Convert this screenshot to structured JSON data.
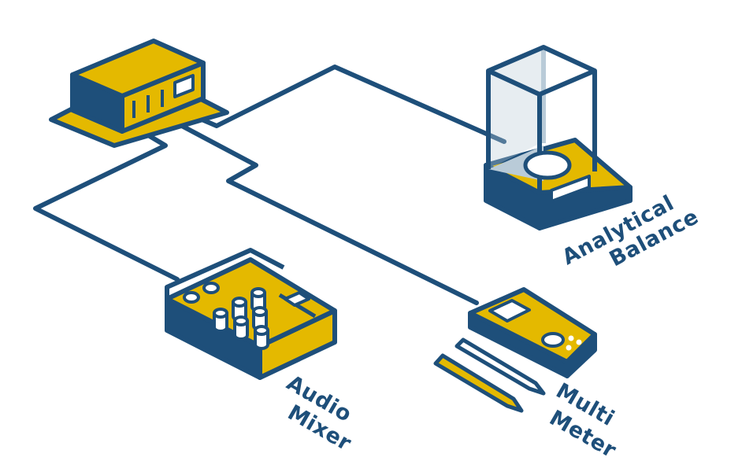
{
  "colors": {
    "outline": "#1e4f7a",
    "accent": "#e4b900",
    "paper": "#ffffff",
    "glass": "#b9cbd8"
  },
  "devices": {
    "hub": {
      "icon": "network-hub-icon"
    },
    "balance": {
      "icon": "analytical-balance-icon",
      "label_line1": "Analytical",
      "label_line2": "Balance"
    },
    "mixer": {
      "icon": "audio-mixer-icon",
      "label_line1": "Audio",
      "label_line2": "Mixer"
    },
    "meter": {
      "icon": "multimeter-icon",
      "label_line1": "Multi",
      "label_line2": "Meter"
    }
  },
  "connections": [
    {
      "from": "hub",
      "to": "balance"
    },
    {
      "from": "hub",
      "to": "mixer"
    },
    {
      "from": "hub",
      "to": "meter"
    }
  ]
}
